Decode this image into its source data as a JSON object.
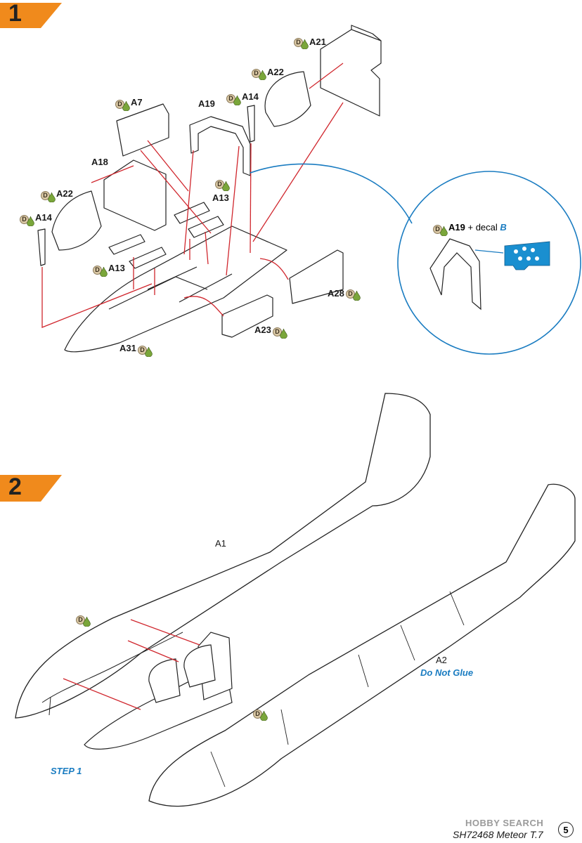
{
  "steps": [
    {
      "number": "1",
      "color": "#f08a1c"
    },
    {
      "number": "2",
      "color": "#f08a1c"
    }
  ],
  "paint_code": "D",
  "step1_labels": {
    "a21": "A21",
    "a22_top": "A22",
    "a7": "A7",
    "a19": "A19",
    "a14_top": "A14",
    "a18": "A18",
    "a22_left": "A22",
    "a13_right": "A13",
    "a14_left": "A14",
    "a13_left": "A13",
    "a28": "A28",
    "a23": "A23",
    "a31": "A31"
  },
  "callout": {
    "part": "A19",
    "plus_text": "+ decal",
    "decal": "B"
  },
  "step2_labels": {
    "a1": "A1",
    "a2": "A2",
    "do_not_glue": "Do Not Glue",
    "step_ref": "STEP 1"
  },
  "footer": {
    "watermark": "HOBBY SEARCH",
    "code": "SH72468 Meteor T.7",
    "page": "5"
  },
  "colors": {
    "accent_orange": "#f08a1c",
    "arrow_red": "#d0262d",
    "callout_blue": "#1a7cc1",
    "paint_green": "#7aa63a"
  }
}
